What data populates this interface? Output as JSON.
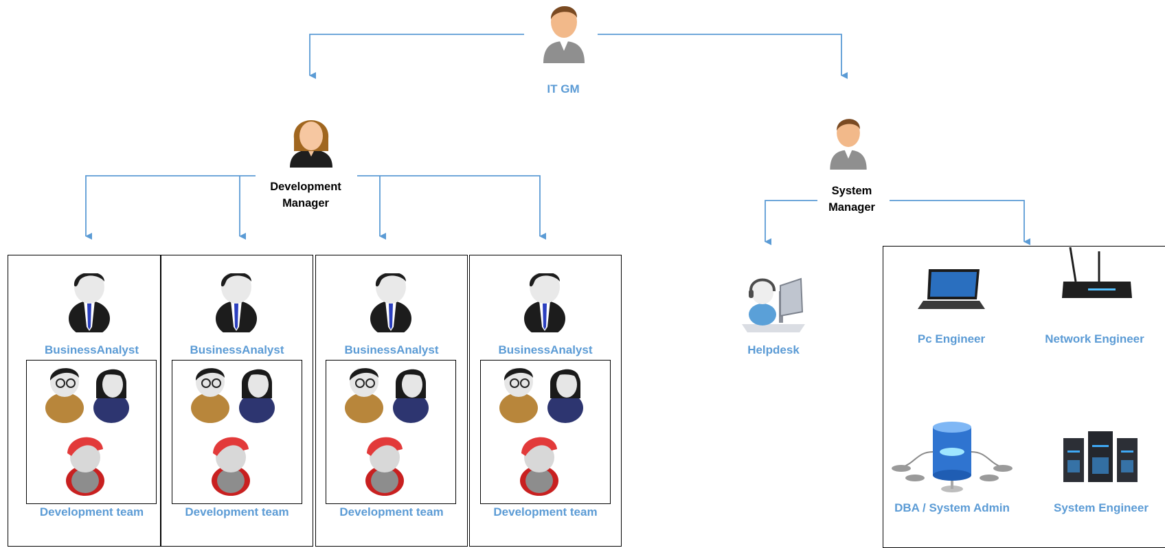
{
  "diagram": {
    "it_gm": {
      "label": "IT GM",
      "icon": "male-manager-icon"
    },
    "dev_manager": {
      "label_line1": "Development",
      "label_line2": "Manager",
      "icon": "female-manager-icon"
    },
    "sys_manager": {
      "label_line1": "System",
      "label_line2": "Manager",
      "icon": "male-manager-icon"
    },
    "dev_columns": [
      {
        "analyst_label": "BusinessAnalyst",
        "team_label": "Development team"
      },
      {
        "analyst_label": "BusinessAnalyst",
        "team_label": "Development team"
      },
      {
        "analyst_label": "BusinessAnalyst",
        "team_label": "Development team"
      },
      {
        "analyst_label": "BusinessAnalyst",
        "team_label": "Development team"
      }
    ],
    "helpdesk": {
      "label": "Helpdesk",
      "icon": "helpdesk-operator-icon"
    },
    "system_group": [
      {
        "label": "Pc Engineer",
        "icon": "laptop-icon"
      },
      {
        "label": "Network  Engineer",
        "icon": "router-icon"
      },
      {
        "label": "DBA / System Admin",
        "icon": "database-icon"
      },
      {
        "label": "System Engineer",
        "icon": "server-rack-icon"
      }
    ]
  },
  "colors": {
    "connector": "#5b9bd5",
    "label_blue": "#5b9bd5",
    "label_black": "#000000",
    "box_border": "#000000"
  }
}
